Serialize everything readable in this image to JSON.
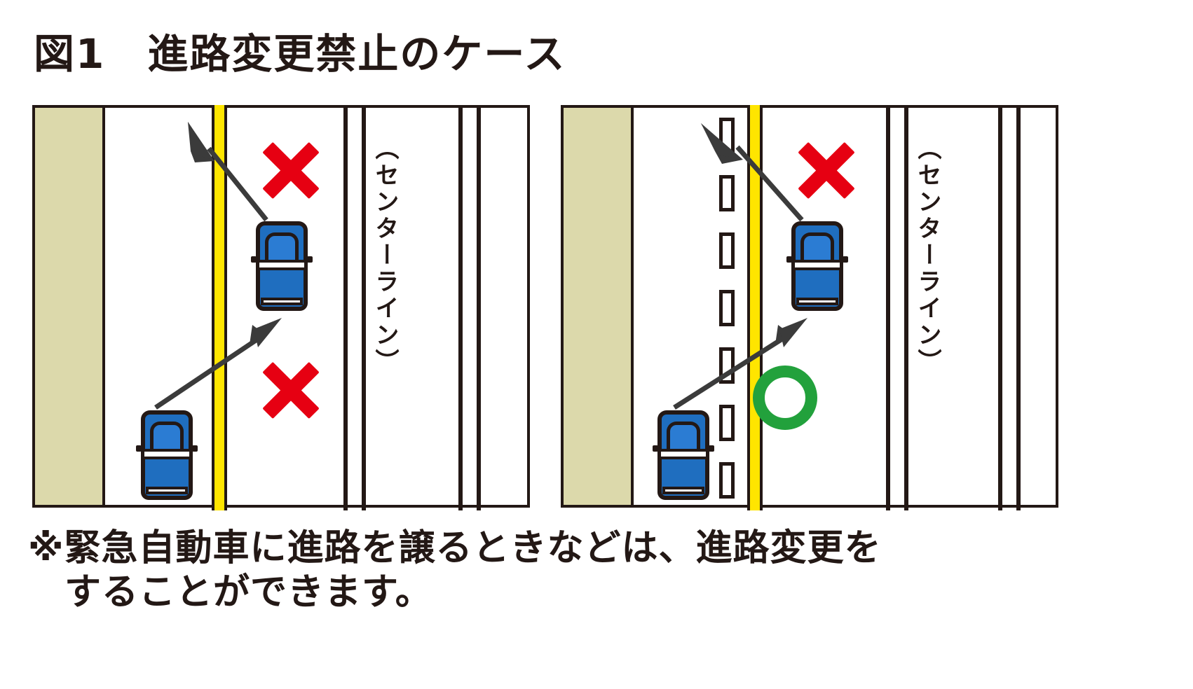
{
  "figure": {
    "title": "図1　進路変更禁止のケース",
    "footnote_line1": "※緊急自動車に進路を譲るときなどは、進路変更を",
    "footnote_line2": "することができます。",
    "colors": {
      "yellow_line": "#ffe500",
      "car_body": "#1f6ebf",
      "sidewalk": "#dcd9ab",
      "prohibited_red": "#e60012",
      "permitted_green": "#22a13c",
      "outline": "#231815"
    }
  },
  "panels": [
    {
      "id": "left",
      "name": "solid-yellow-line-case",
      "center_line_label": "（センターライン）",
      "road_markings": [
        {
          "type": "yellow-solid-line",
          "meaning": "進路変更禁止"
        },
        {
          "type": "center-line",
          "meaning": "センターライン"
        }
      ],
      "vehicles": [
        {
          "id": "upper-car",
          "color": "#1f6ebf",
          "position": "走行車線上方"
        },
        {
          "id": "lower-car",
          "color": "#1f6ebf",
          "position": "走行車線下方"
        }
      ],
      "judgements": [
        {
          "mark": "×",
          "color": "#e60012",
          "meaning": "進路変更できない",
          "position": "upper"
        },
        {
          "mark": "×",
          "color": "#e60012",
          "meaning": "進路変更できない",
          "position": "lower"
        }
      ]
    },
    {
      "id": "right",
      "name": "dashed-plus-yellow-line-case",
      "center_line_label": "（センターライン）",
      "road_markings": [
        {
          "type": "white-dashed-line",
          "meaning": "車線境界線"
        },
        {
          "type": "yellow-solid-line",
          "meaning": "進路変更禁止"
        },
        {
          "type": "center-line",
          "meaning": "センターライン"
        }
      ],
      "vehicles": [
        {
          "id": "upper-car",
          "color": "#1f6ebf",
          "position": "走行車線上方"
        },
        {
          "id": "lower-car",
          "color": "#1f6ebf",
          "position": "走行車線下方"
        }
      ],
      "judgements": [
        {
          "mark": "×",
          "color": "#e60012",
          "meaning": "進路変更できない",
          "position": "upper"
        },
        {
          "mark": "○",
          "color": "#22a13c",
          "meaning": "進路変更できる",
          "position": "lower"
        }
      ]
    }
  ],
  "marks": {
    "x_symbol": "×",
    "o_symbol": "○"
  }
}
